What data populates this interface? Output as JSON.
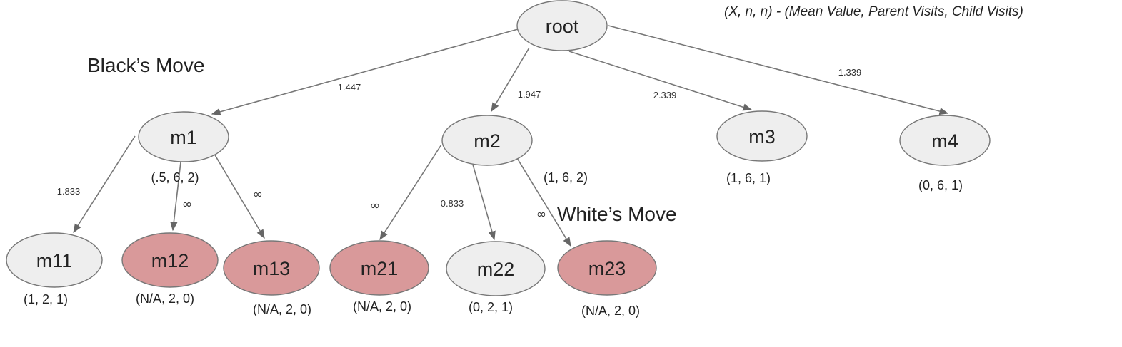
{
  "diagram": {
    "legend": "(X, n, n) - (Mean Value, Parent Visits, Child Visits)",
    "labels": {
      "black_move": "Black’s Move",
      "white_move": "White’s Move"
    },
    "colors": {
      "node_fill": "#eeeeee",
      "highlight_fill": "#d9999a",
      "edge": "#777777"
    },
    "nodes": [
      {
        "id": "root",
        "label": "root",
        "stats": "",
        "highlight": false
      },
      {
        "id": "m1",
        "label": "m1",
        "stats": "(.5, 6, 2)",
        "highlight": false
      },
      {
        "id": "m2",
        "label": "m2",
        "stats": "(1, 6, 2)",
        "highlight": false
      },
      {
        "id": "m3",
        "label": "m3",
        "stats": "(1, 6, 1)",
        "highlight": false
      },
      {
        "id": "m4",
        "label": "m4",
        "stats": "(0, 6, 1)",
        "highlight": false
      },
      {
        "id": "m11",
        "label": "m11",
        "stats": "(1, 2, 1)",
        "highlight": false
      },
      {
        "id": "m12",
        "label": "m12",
        "stats": "(N/A, 2, 0)",
        "highlight": true
      },
      {
        "id": "m13",
        "label": "m13",
        "stats": "(N/A, 2, 0)",
        "highlight": true
      },
      {
        "id": "m21",
        "label": "m21",
        "stats": "(N/A, 2, 0)",
        "highlight": true
      },
      {
        "id": "m22",
        "label": "m22",
        "stats": "(0, 2, 1)",
        "highlight": false
      },
      {
        "id": "m23",
        "label": "m23",
        "stats": "(N/A, 2, 0)",
        "highlight": true
      }
    ],
    "edges": [
      {
        "from": "root",
        "to": "m1",
        "weight": "1.447"
      },
      {
        "from": "root",
        "to": "m2",
        "weight": "1.947"
      },
      {
        "from": "root",
        "to": "m3",
        "weight": "2.339"
      },
      {
        "from": "root",
        "to": "m4",
        "weight": "1.339"
      },
      {
        "from": "m1",
        "to": "m11",
        "weight": "1.833"
      },
      {
        "from": "m1",
        "to": "m12",
        "weight": "∞"
      },
      {
        "from": "m1",
        "to": "m13",
        "weight": "∞"
      },
      {
        "from": "m2",
        "to": "m21",
        "weight": "∞"
      },
      {
        "from": "m2",
        "to": "m22",
        "weight": "0.833"
      },
      {
        "from": "m2",
        "to": "m23",
        "weight": "∞"
      }
    ]
  }
}
